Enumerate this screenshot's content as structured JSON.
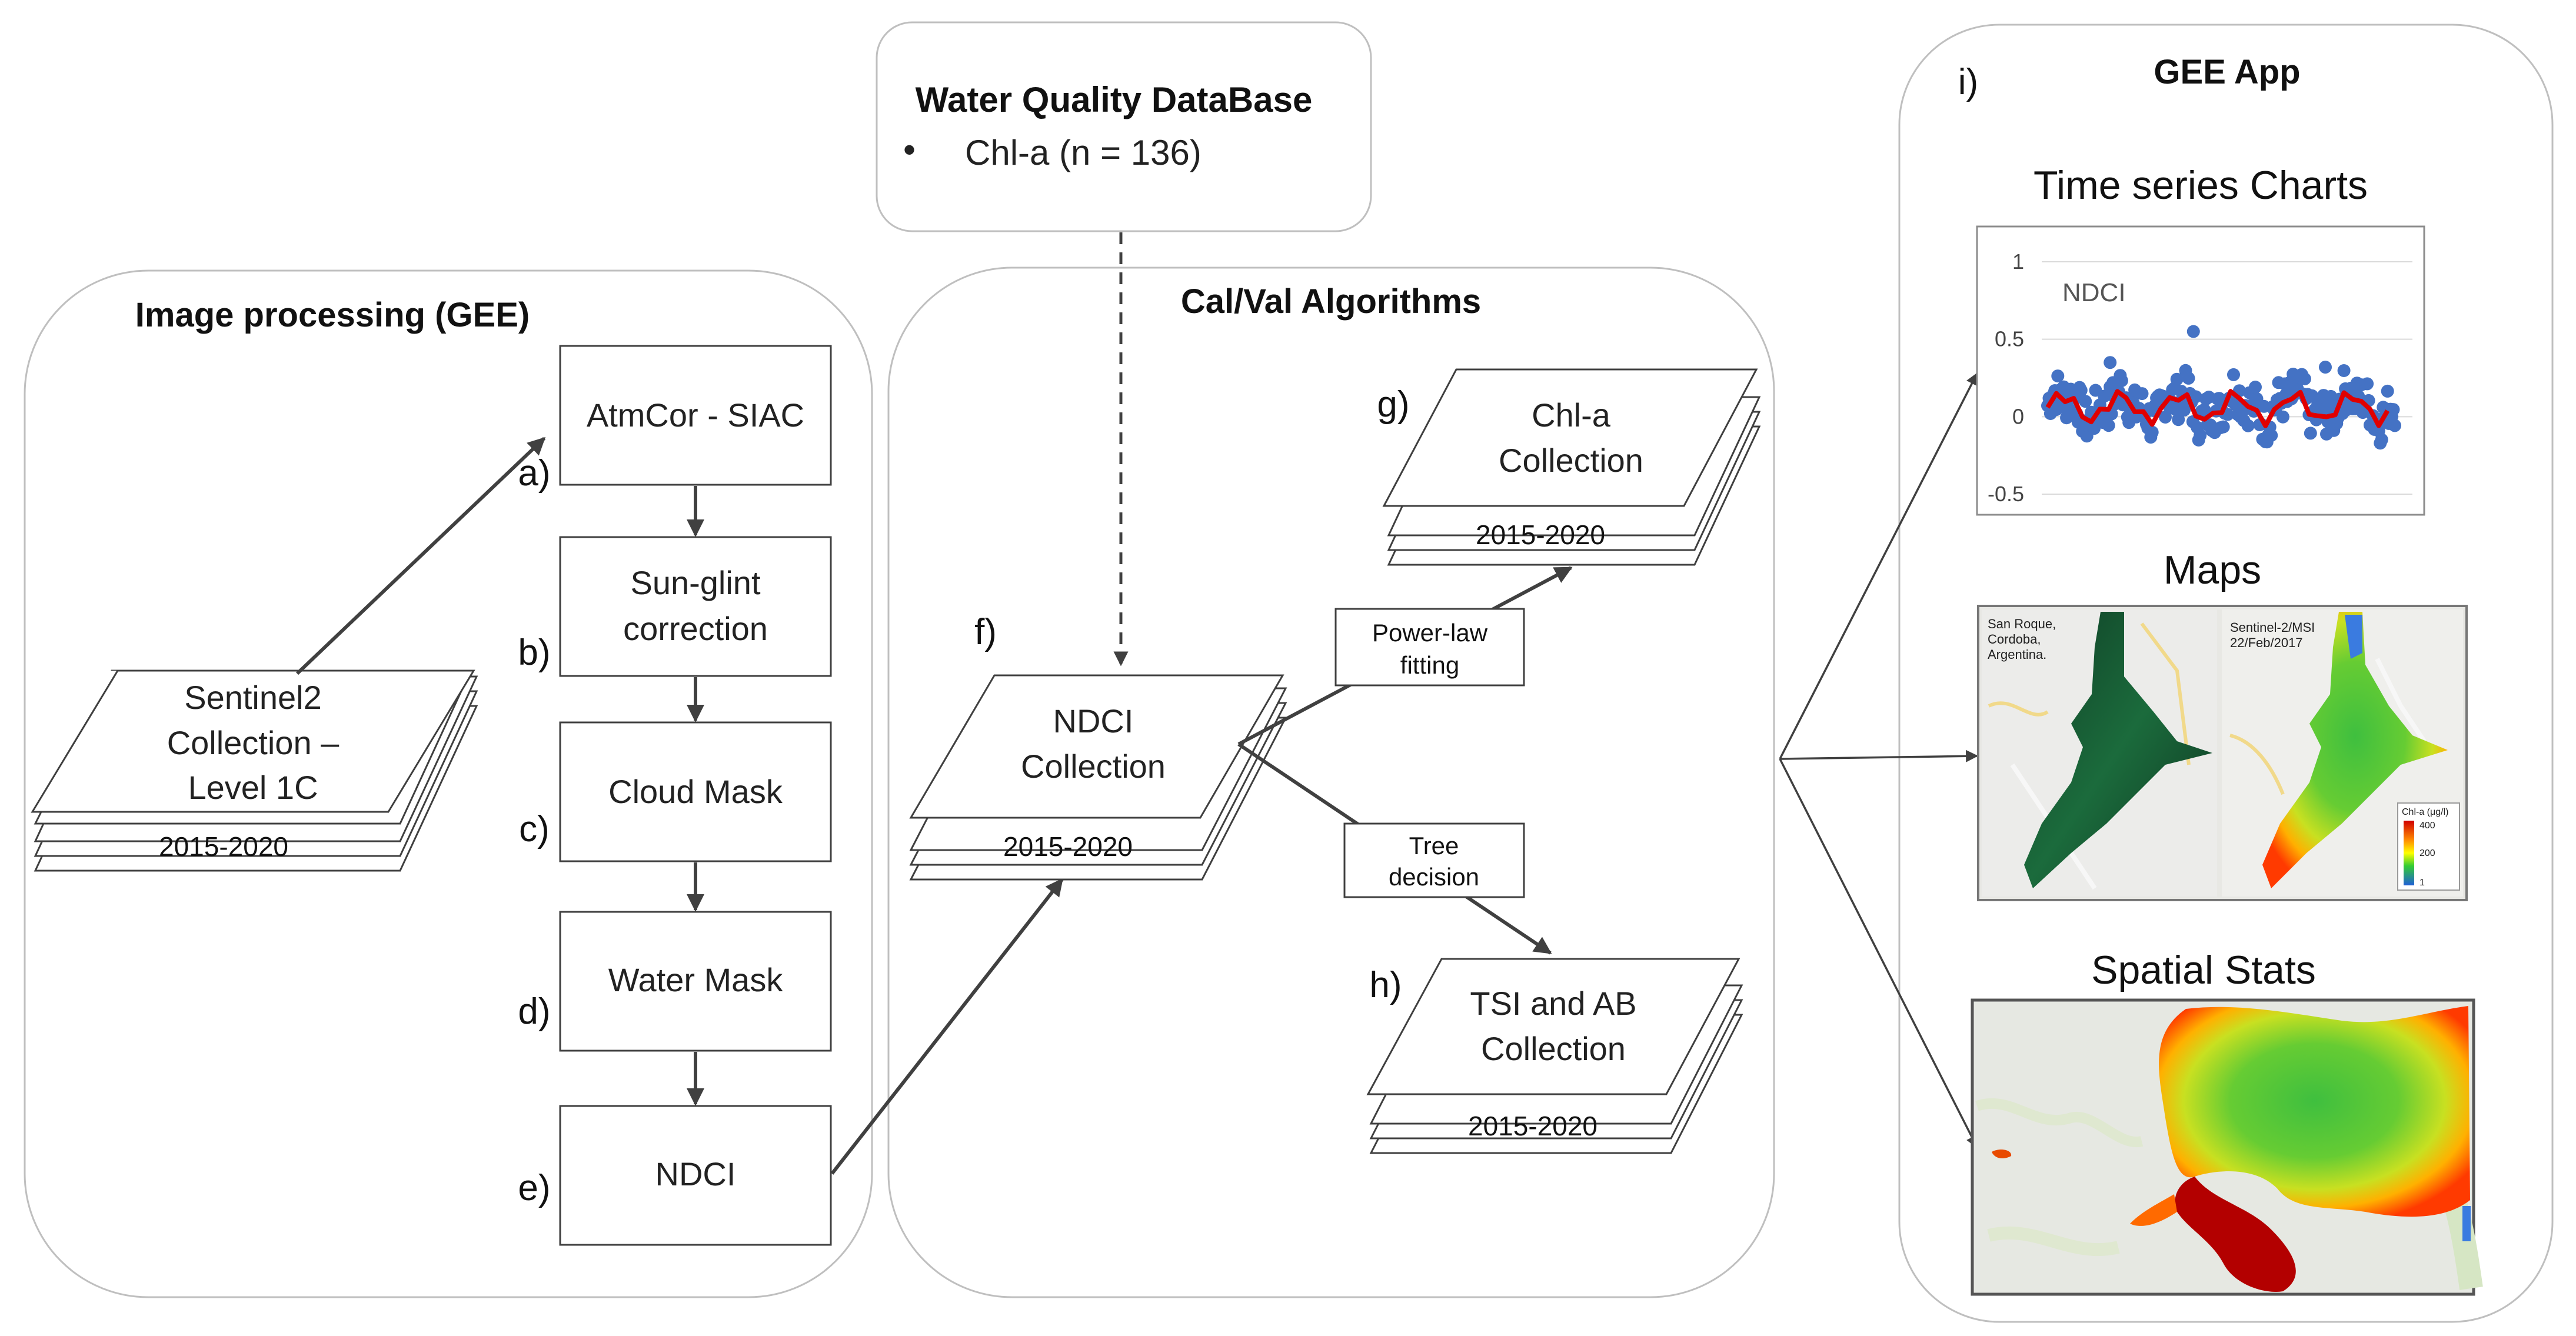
{
  "database": {
    "title": "Water Quality DataBase",
    "bullet": "•",
    "item": "Chl-a (n = 136)"
  },
  "image_processing": {
    "title": "Image processing  (GEE)",
    "input": {
      "line1": "Sentinel2",
      "line2": "Collection –",
      "line3": "Level 1C",
      "years": "2015-2020"
    },
    "steps": [
      {
        "letter": "a)",
        "lines": [
          "AtmCor - SIAC"
        ]
      },
      {
        "letter": "b)",
        "lines": [
          "Sun-glint",
          "correction"
        ]
      },
      {
        "letter": "c)",
        "lines": [
          "Cloud Mask"
        ]
      },
      {
        "letter": "d)",
        "lines": [
          "Water Mask"
        ]
      },
      {
        "letter": "e)",
        "lines": [
          "NDCI"
        ]
      }
    ]
  },
  "calval": {
    "title": "Cal/Val  Algorithms",
    "ndci": {
      "letter": "f)",
      "line1": "NDCI",
      "line2": "Collection",
      "years": "2015-2020"
    },
    "chla": {
      "letter": "g)",
      "line1": "Chl-a",
      "line2": "Collection",
      "years": "2015-2020"
    },
    "tsi": {
      "letter": "h)",
      "line1": "TSI and AB",
      "line2": "Collection",
      "years": "2015-2020"
    },
    "powerlaw": {
      "line1": "Power-law",
      "line2": "fitting"
    },
    "tree": {
      "line1": "Tree",
      "line2": "decision"
    }
  },
  "gee_app": {
    "letter": "i)",
    "title": "GEE App",
    "charts_title": "Time series Charts",
    "maps_title": "Maps",
    "stats_title": "Spatial Stats",
    "chart": {
      "label": "NDCI",
      "yticks": [
        "1",
        "0.5",
        "0",
        "-0.5"
      ],
      "ylim": [
        -0.5,
        1
      ],
      "point_color": "#4472c4",
      "line_color": "#e00000"
    },
    "map_left": {
      "line1": "San Roque,",
      "line2": "Cordoba,",
      "line3": "Argentina."
    },
    "map_center": {
      "line1": "Sentinel-2/MSI",
      "line2": "22/Feb/2017"
    },
    "legend": {
      "title": "Chl-a (μg/l)",
      "ticks": [
        "400",
        "200",
        "1"
      ]
    }
  }
}
